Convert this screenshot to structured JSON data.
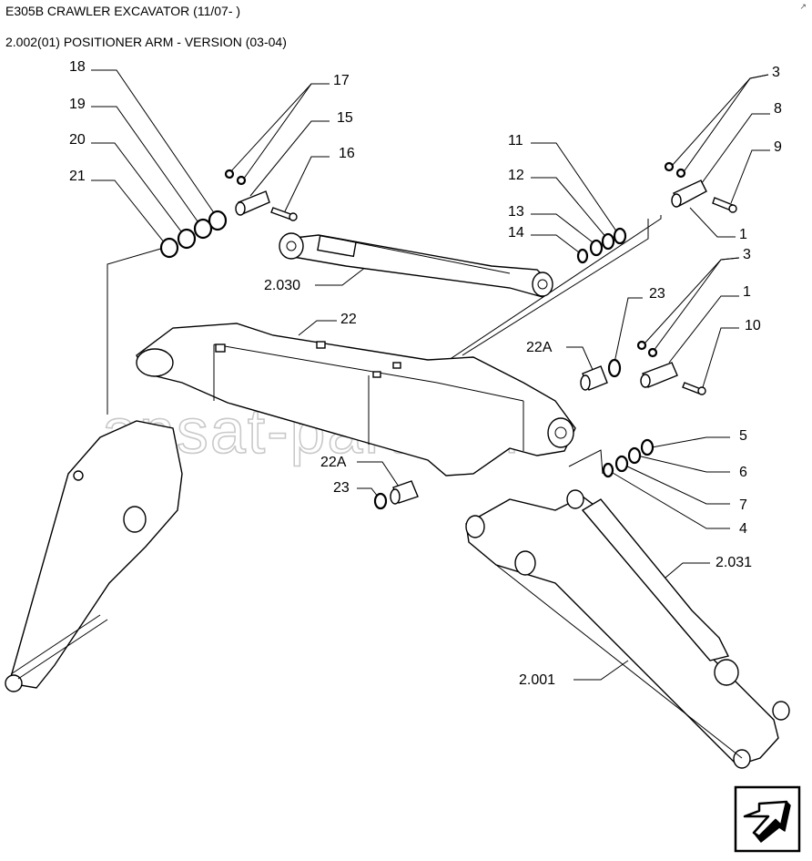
{
  "header": {
    "title": "E305B CRAWLER EXCAVATOR (11/07- )",
    "subtitle": "2.002(01) POSITIONER ARM - VERSION (03-04)"
  },
  "watermark": "ansat-parts.ru",
  "callouts": {
    "c18": "18",
    "c19": "19",
    "c20": "20",
    "c21": "21",
    "c17": "17",
    "c15": "15",
    "c16": "16",
    "c11": "11",
    "c12": "12",
    "c13": "13",
    "c14": "14",
    "c3a": "3",
    "c8": "8",
    "c9": "9",
    "c1a": "1",
    "c2030": "2.030",
    "c22": "22",
    "c3b": "3",
    "c23a": "23",
    "c1b": "1",
    "c22Aa": "22A",
    "c10": "10",
    "c5": "5",
    "c6": "6",
    "c7": "7",
    "c4": "4",
    "c22Ab": "22A",
    "c23b": "23",
    "c2031": "2.031",
    "c2001": "2.001"
  },
  "nav": {
    "icon": "next-page-arrow-icon"
  }
}
